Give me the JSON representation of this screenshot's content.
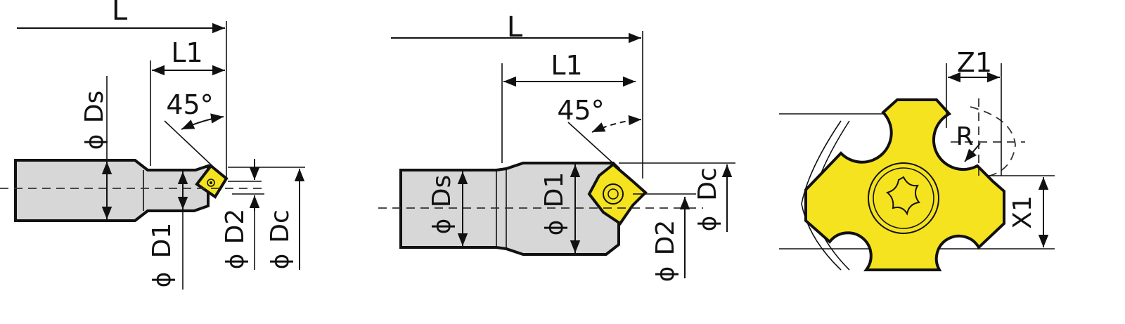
{
  "labels": {
    "L": "L",
    "L1": "L1",
    "angle": "45°",
    "Ds": "Ds",
    "D1": "D1",
    "D2": "D2",
    "Dc": "Dc",
    "Z1": "Z1",
    "R": "R",
    "X1": "X1",
    "phi": "ϕ"
  },
  "colors": {
    "insert": "#f5e31f",
    "body": "#d7d7d7",
    "line": "#111111"
  }
}
